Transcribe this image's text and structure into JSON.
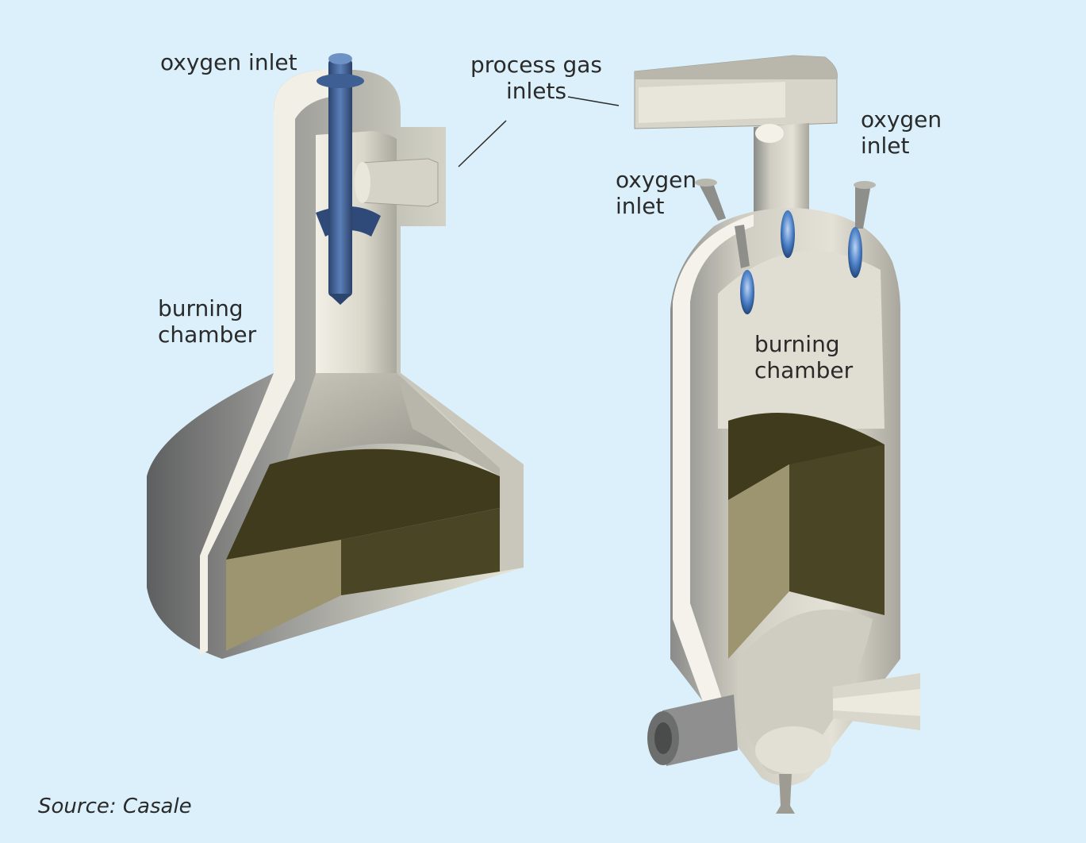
{
  "labels": {
    "left_oxygen_inlet": "oxygen inlet",
    "process_gas_inlets": [
      "process gas",
      "inlets"
    ],
    "left_burning_chamber": [
      "burning",
      "chamber"
    ],
    "right_oxygen_inlet_top": [
      "oxygen",
      "inlet"
    ],
    "right_oxygen_inlet_side": [
      "oxygen",
      "inlet"
    ],
    "right_burning_chamber": [
      "burning",
      "chamber"
    ]
  },
  "source": "Source: Casale",
  "colors": {
    "background": "#dbf0fa",
    "metal_light": "#e6e4d8",
    "metal_dark": "#6c6d6d",
    "catalyst_dark": "#3f3b1c",
    "catalyst_light": "#9c9570",
    "oxygen_lance": "#3e5f94",
    "flame": "#4a7fc6"
  }
}
